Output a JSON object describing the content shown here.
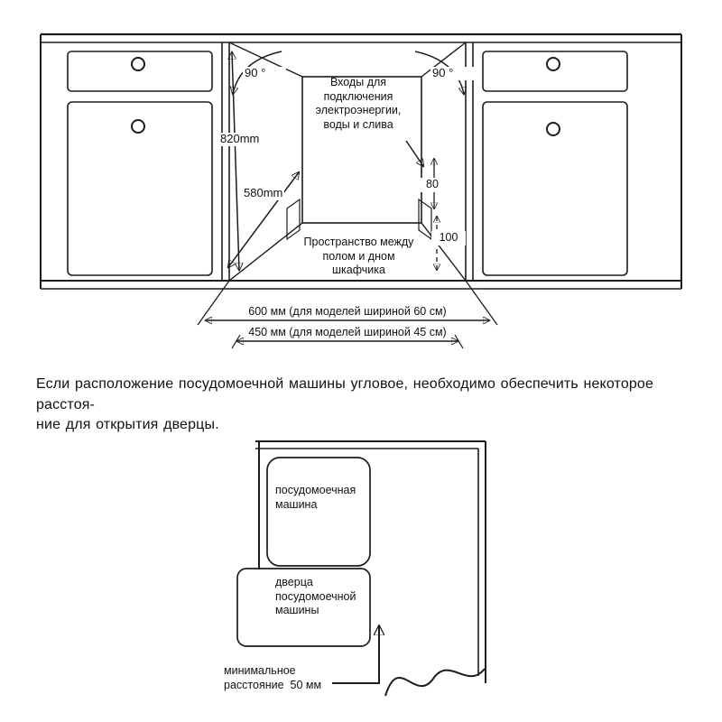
{
  "top_diagram": {
    "angle_left": "90 °",
    "angle_right": "90 °",
    "inputs_label": "Входы для\nподключения\nэлектроэнергии,\nводы и слива",
    "dim_height": "820mm",
    "dim_depth": "580mm",
    "dim_80": "80",
    "dim_100": "100",
    "space_label": "Пространство между\nполом и дном\nшкафчика",
    "width_600": "600 мм (для моделей шириной 60 см)",
    "width_450": "450 мм (для моделей шириной 45 см)"
  },
  "note": {
    "text": "Если расположение посудомоечной машины угловое, необходимо обеспечить некоторое расстоя-\nние для открытия дверцы."
  },
  "corner_diagram": {
    "dishwasher_label": "посудомоечная\nмашина",
    "door_label": "дверца\nпосудомоечной\nмашины",
    "min_distance_label": "минимальное\nрасстояние  50 мм"
  },
  "colors": {
    "line": "#1c1c1c",
    "fill_gray": "#d9d9d9",
    "connector_gray": "#c8c8c8"
  }
}
